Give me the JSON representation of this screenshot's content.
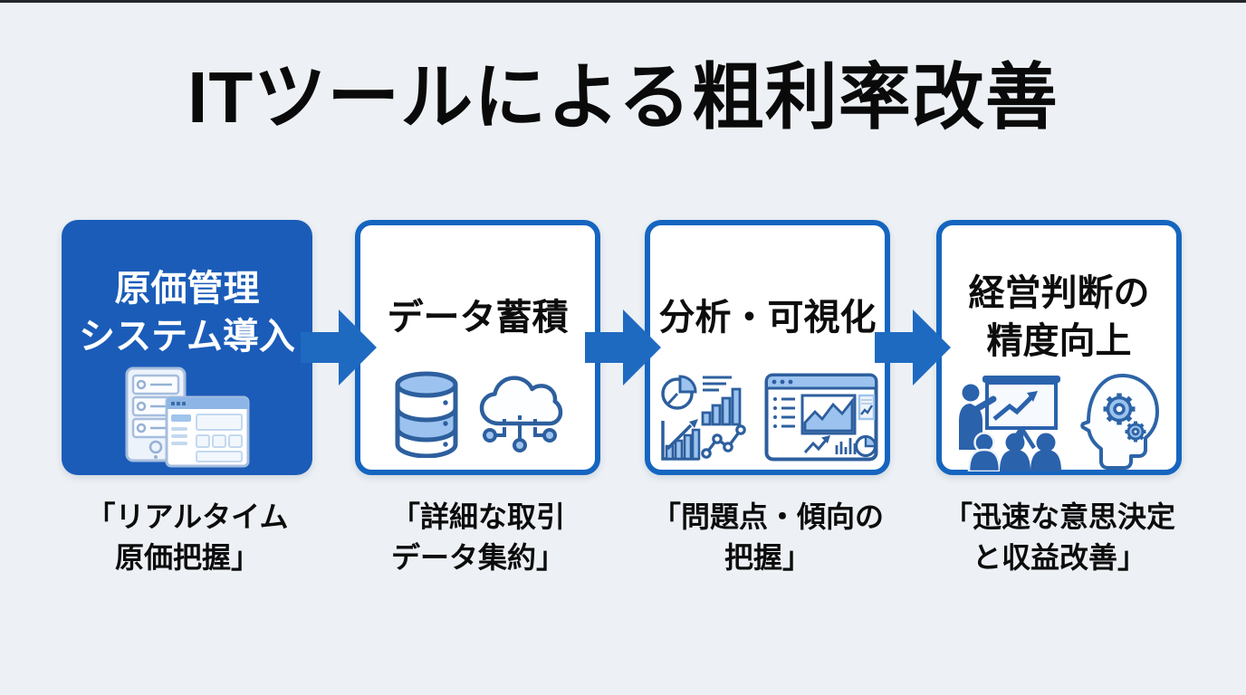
{
  "title": "ITツールによる粗利率改善",
  "colors": {
    "background": "#edf1f5",
    "primary_blue": "#1b5cb9",
    "border_blue": "#1565c0",
    "arrow_blue": "#1f6ac1",
    "text_dark": "#0d0d0d",
    "box_text_light": "#ffffff",
    "icon_stroke_blue": "#2d5f9e",
    "icon_fill_light_blue": "#9cc3ef"
  },
  "steps": [
    {
      "label": "原価管理\nシステム導入",
      "caption": "「リアルタイム\n原価把握」",
      "icons": [
        "server-rack-icon",
        "dashboard-window-icon"
      ],
      "style": "filled"
    },
    {
      "label": "データ蓄積",
      "caption": "「詳細な取引\nデータ集約」",
      "icons": [
        "database-icon",
        "cloud-network-icon"
      ],
      "style": "outlined"
    },
    {
      "label": "分析・可視化",
      "caption": "「問題点・傾向の\n把握」",
      "icons": [
        "charts-icon",
        "analytics-dashboard-icon"
      ],
      "style": "outlined"
    },
    {
      "label": "経営判断の\n精度向上",
      "caption": "「迅速な意思決定\nと収益改善」",
      "icons": [
        "presentation-icon",
        "head-gears-icon"
      ],
      "style": "outlined"
    }
  ],
  "arrows": {
    "count": 3,
    "direction": "right"
  }
}
